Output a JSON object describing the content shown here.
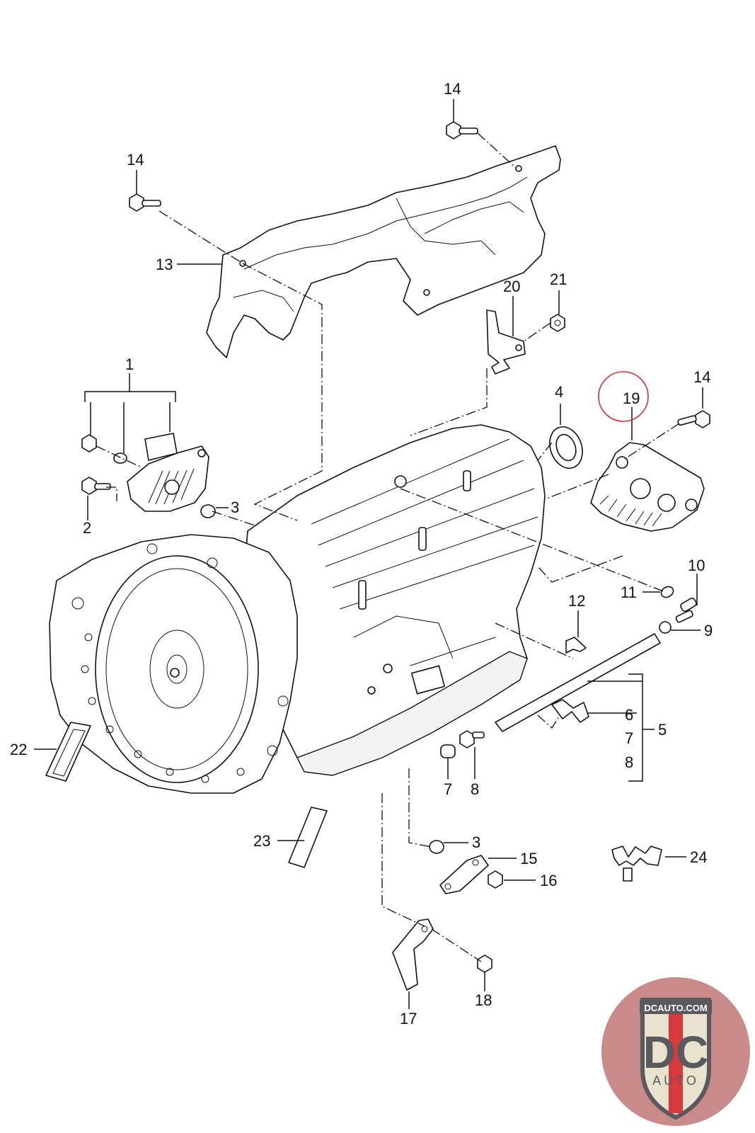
{
  "diagram": {
    "title": "Automatic transmission components exploded view",
    "highlight_color": "#d0343a",
    "highlighted_callout": "19",
    "callouts": [
      {
        "id": "c1",
        "label": "1"
      },
      {
        "id": "c2",
        "label": "2"
      },
      {
        "id": "c3a",
        "label": "3"
      },
      {
        "id": "c3b",
        "label": "3"
      },
      {
        "id": "c4",
        "label": "4"
      },
      {
        "id": "c5",
        "label": "5"
      },
      {
        "id": "c6",
        "label": "6"
      },
      {
        "id": "c7a",
        "label": "7"
      },
      {
        "id": "c8a",
        "label": "8"
      },
      {
        "id": "c7b",
        "label": "7"
      },
      {
        "id": "c8b",
        "label": "8"
      },
      {
        "id": "c9",
        "label": "9"
      },
      {
        "id": "c10",
        "label": "10"
      },
      {
        "id": "c11",
        "label": "11"
      },
      {
        "id": "c12",
        "label": "12"
      },
      {
        "id": "c13",
        "label": "13"
      },
      {
        "id": "c14a",
        "label": "14"
      },
      {
        "id": "c14b",
        "label": "14"
      },
      {
        "id": "c14c",
        "label": "14"
      },
      {
        "id": "c15",
        "label": "15"
      },
      {
        "id": "c16",
        "label": "16"
      },
      {
        "id": "c17",
        "label": "17"
      },
      {
        "id": "c18",
        "label": "18"
      },
      {
        "id": "c19",
        "label": "19"
      },
      {
        "id": "c20",
        "label": "20"
      },
      {
        "id": "c21",
        "label": "21"
      },
      {
        "id": "c22",
        "label": "22"
      },
      {
        "id": "c23",
        "label": "23"
      },
      {
        "id": "c24",
        "label": "24"
      }
    ]
  },
  "logo": {
    "url_text": "DCAUTO.COM",
    "mark_text": "DC",
    "sub_text": "AUTO",
    "colors": {
      "circle": "#c98a8a",
      "shield": "#e9e2cf",
      "shield_border": "#5a5a5e",
      "stripe": "#d63a3a",
      "letters": "#5a5a5e"
    }
  }
}
